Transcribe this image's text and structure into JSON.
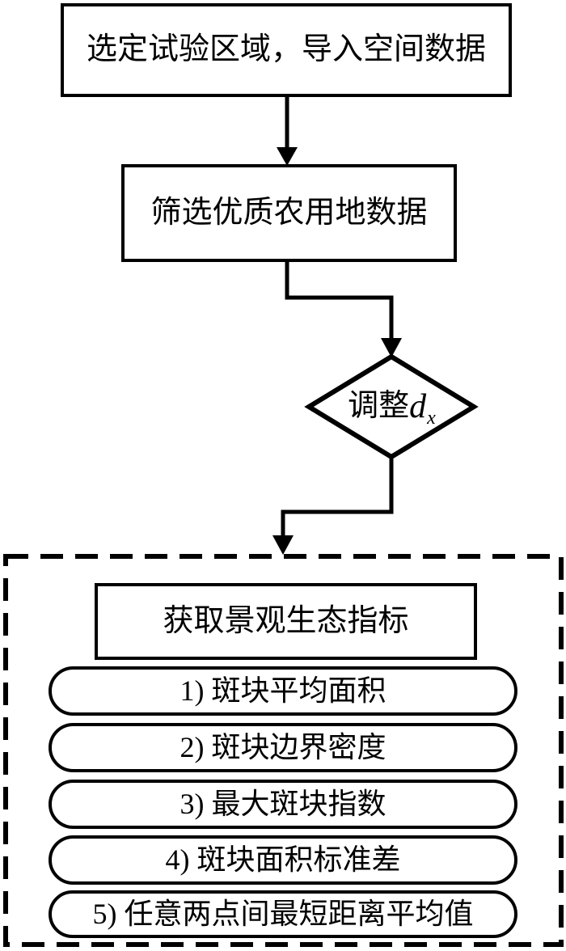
{
  "flowchart": {
    "step1": "选定试验区域，导入空间数据",
    "step2": "筛选优质农用地数据",
    "decision": {
      "label": "调整",
      "variable": "d",
      "subscript": "x"
    },
    "group": {
      "title": "获取景观生态指标",
      "indicators": [
        "1) 斑块平均面积",
        "2) 斑块边界密度",
        "3) 最大斑块指数",
        "4) 斑块面积标准差",
        "5) 任意两点间最短距离平均值"
      ]
    },
    "colors": {
      "stroke": "#000000",
      "background": "#ffffff"
    }
  }
}
